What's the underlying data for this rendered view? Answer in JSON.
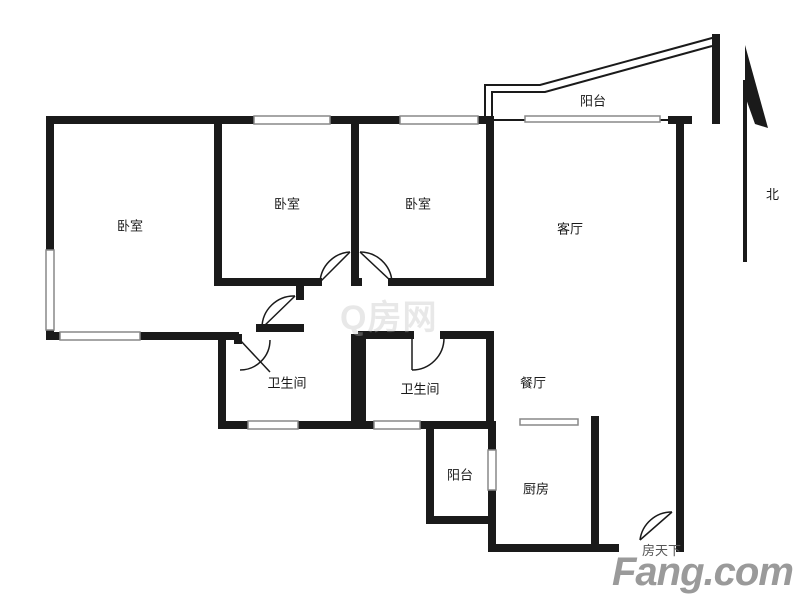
{
  "rooms": {
    "bedroom_master": "卧室",
    "bedroom_2": "卧室",
    "bedroom_3": "卧室",
    "living_room": "客厅",
    "balcony_north": "阳台",
    "bathroom_1": "卫生间",
    "bathroom_2": "卫生间",
    "dining_room": "餐厅",
    "balcony_small": "阳台",
    "kitchen": "厨房"
  },
  "compass": {
    "label": "北"
  },
  "watermark": {
    "center": "Q房网",
    "brand_small": "房天下",
    "brand_big": "Fang.com"
  },
  "colors": {
    "wall": "#1a1a1a",
    "window": "#888888",
    "background": "#ffffff"
  }
}
